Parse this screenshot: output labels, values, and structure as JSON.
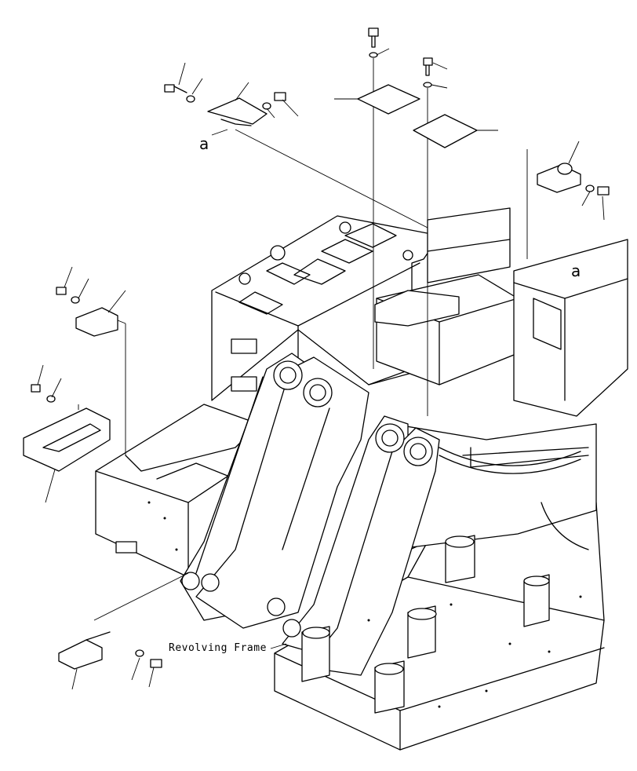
{
  "labels": {
    "main_assembly": "Revolving Frame",
    "ref_a_top": "a",
    "ref_a_right": "a"
  },
  "colors": {
    "line": "#000000",
    "background": "#ffffff"
  }
}
